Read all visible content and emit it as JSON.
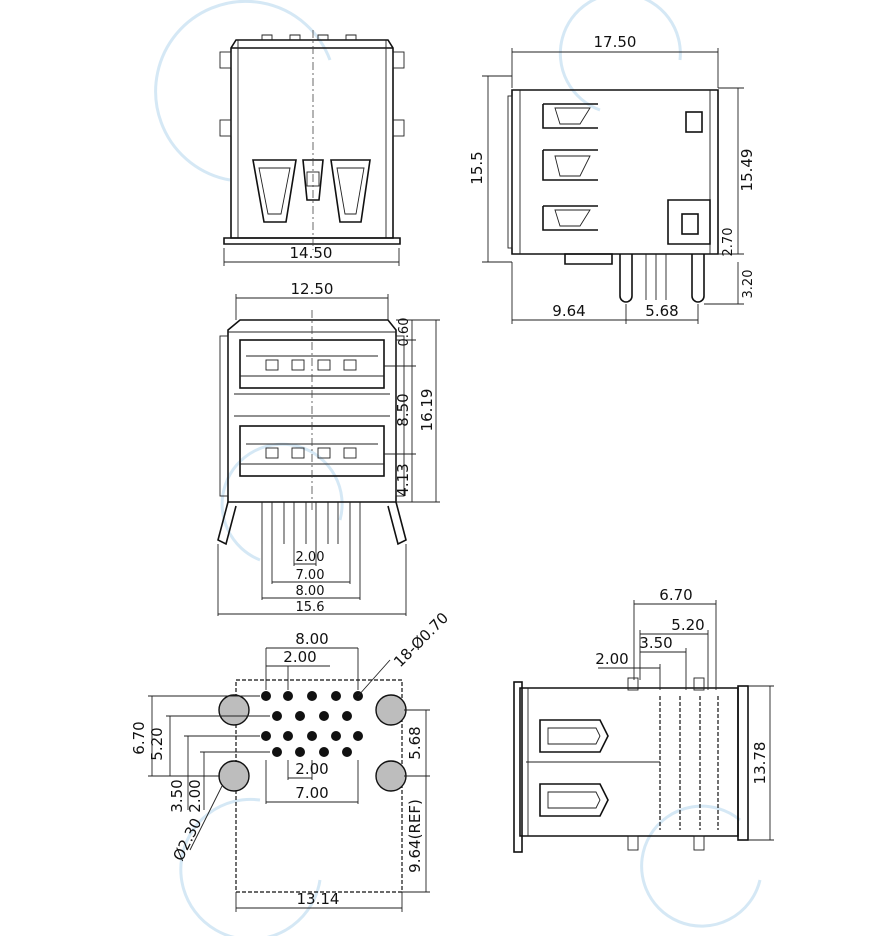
{
  "views": {
    "front_top": {
      "width_label": "14.50"
    },
    "side_top": {
      "length_label": "17.50",
      "height_label": "15.5",
      "height2_label": "15.49",
      "pin_offset_label": "2.70",
      "pin_len_label": "3.20",
      "depth_label": "9.64",
      "pin_span_label": "5.68"
    },
    "front_main": {
      "top_width_label": "12.50",
      "gap_label": "0.60",
      "port_pitch_label": "8.50",
      "total_height_label": "16.19",
      "bottom_label": "4.13",
      "pitch_label": "2.00",
      "span7_label": "7.00",
      "span8_label": "8.00",
      "overall_label": "15.6"
    },
    "footprint": {
      "top_span_label": "8.00",
      "pitch_label": "2.00",
      "holes_label": "18-Ø0.70",
      "h_label_1": "6.70",
      "h_label_2": "5.20",
      "h_label_3": "3.50",
      "h_label_4": "2.00",
      "mid_pitch_label": "2.00",
      "mid_span_label": "7.00",
      "peg_label": "Ø2.30",
      "right_label": "5.68",
      "ref_label": "9.64(REF)",
      "width_label": "13.14"
    },
    "bottom_side": {
      "l1": "6.70",
      "l2": "5.20",
      "l3": "3.50",
      "l4": "2.00",
      "height_label": "13.78"
    }
  }
}
